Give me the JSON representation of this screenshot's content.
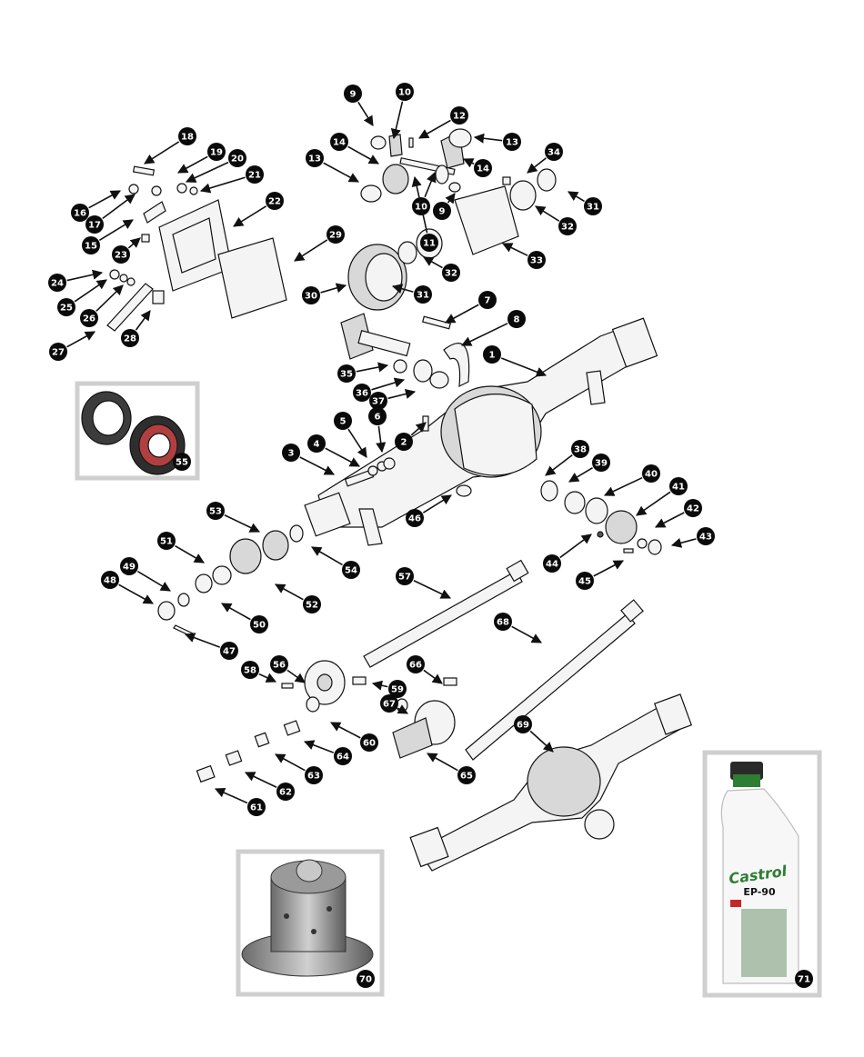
{
  "diagram": {
    "callouts": [
      {
        "label": "1"
      },
      {
        "label": "2"
      },
      {
        "label": "3"
      },
      {
        "label": "4"
      },
      {
        "label": "5"
      },
      {
        "label": "6"
      },
      {
        "label": "7"
      },
      {
        "label": "8"
      },
      {
        "label": "9"
      },
      {
        "label": "9"
      },
      {
        "label": "10"
      },
      {
        "label": "10"
      },
      {
        "label": "11"
      },
      {
        "label": "12"
      },
      {
        "label": "13"
      },
      {
        "label": "13"
      },
      {
        "label": "14"
      },
      {
        "label": "14"
      },
      {
        "label": "15"
      },
      {
        "label": "16"
      },
      {
        "label": "17"
      },
      {
        "label": "18"
      },
      {
        "label": "19"
      },
      {
        "label": "20"
      },
      {
        "label": "21"
      },
      {
        "label": "22"
      },
      {
        "label": "23"
      },
      {
        "label": "24"
      },
      {
        "label": "25"
      },
      {
        "label": "26"
      },
      {
        "label": "27"
      },
      {
        "label": "28"
      },
      {
        "label": "29"
      },
      {
        "label": "30"
      },
      {
        "label": "31"
      },
      {
        "label": "31"
      },
      {
        "label": "32"
      },
      {
        "label": "32"
      },
      {
        "label": "33"
      },
      {
        "label": "34"
      },
      {
        "label": "35"
      },
      {
        "label": "36"
      },
      {
        "label": "37"
      },
      {
        "label": "38"
      },
      {
        "label": "39"
      },
      {
        "label": "40"
      },
      {
        "label": "41"
      },
      {
        "label": "42"
      },
      {
        "label": "43"
      },
      {
        "label": "44"
      },
      {
        "label": "45"
      },
      {
        "label": "46"
      },
      {
        "label": "47"
      },
      {
        "label": "48"
      },
      {
        "label": "49"
      },
      {
        "label": "50"
      },
      {
        "label": "51"
      },
      {
        "label": "52"
      },
      {
        "label": "53"
      },
      {
        "label": "54"
      },
      {
        "label": "55"
      },
      {
        "label": "56"
      },
      {
        "label": "57"
      },
      {
        "label": "58"
      },
      {
        "label": "59"
      },
      {
        "label": "60"
      },
      {
        "label": "61"
      },
      {
        "label": "62"
      },
      {
        "label": "63"
      },
      {
        "label": "64"
      },
      {
        "label": "65"
      },
      {
        "label": "66"
      },
      {
        "label": "67"
      },
      {
        "label": "68"
      },
      {
        "label": "69"
      },
      {
        "label": "70"
      },
      {
        "label": "71"
      }
    ],
    "oil_bottle": {
      "brand": "Castrol",
      "product": "EP-90"
    }
  }
}
